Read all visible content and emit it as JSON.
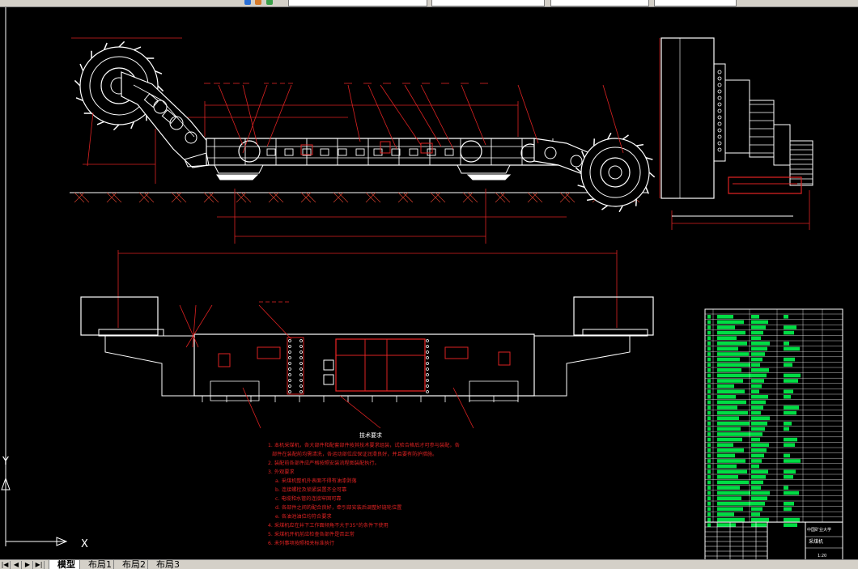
{
  "tech_notes": {
    "title": "技术要求",
    "lines": [
      "1. 本机采煤机，各大部件和配套部件按其技术要求组装，试验合格后才可参与装配，各",
      "部件在装配前均需清洗，各运动部位应保证润滑良好，并且要有防护措施。",
      "2. 装配前各部件应严格按照安装流程图装配执行。",
      "3. 外观要求",
      "a. 采煤机整机外表面不得有油漆剥落",
      "b. 连接螺栓及锁紧装置齐全可靠",
      "c. 电缆和水管的连接牢固可靠",
      "d. 各部件之间的配合良好，牵引部安装后调整好链轮位置",
      "e. 各油池油位均符合要求",
      "4. 采煤机应在井下工作面倾角不大于35°的条件下使用",
      "5. 采煤机开机前应检查各部件是否正常",
      "6. 未列事项按照相关标准执行"
    ]
  },
  "title_block": {
    "company": "中国矿业大学",
    "drawing_title": "采煤机",
    "scale": "1:20"
  },
  "ucs": {
    "x_label": "X",
    "y_label": "Y"
  },
  "layout_tabs": {
    "items": [
      "模型",
      "布局1",
      "布局2",
      "布局3"
    ],
    "active": 0
  },
  "colors": {
    "background": "#000000",
    "geometry": "#ffffff",
    "dimension": "#ff0000",
    "table_fill": "#00ff00"
  }
}
